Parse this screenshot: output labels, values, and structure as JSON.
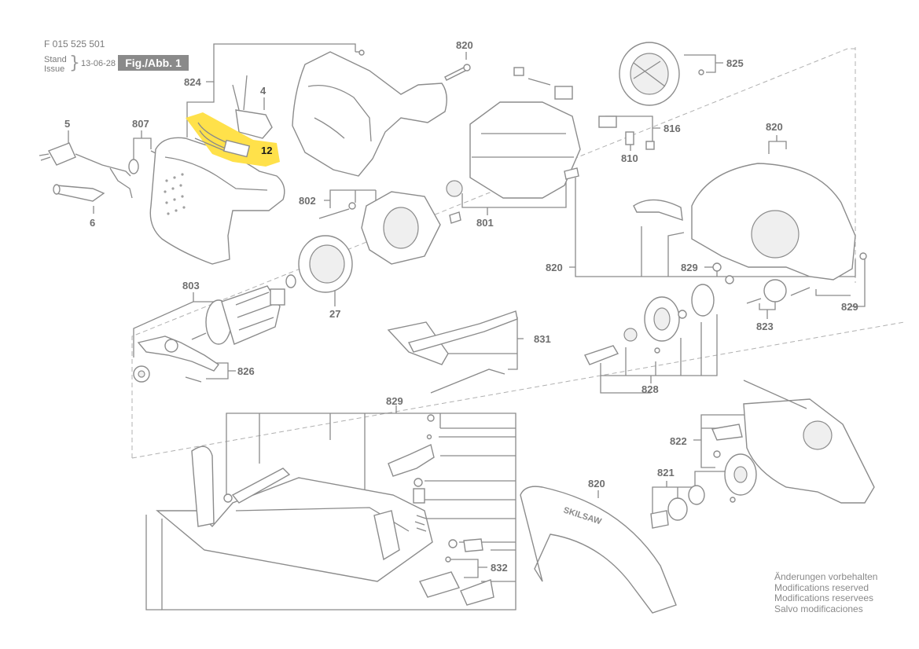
{
  "header": {
    "doc_number": "F 015 525 501",
    "stand_label": "Stand",
    "issue_label": "Issue",
    "date": "13-06-28",
    "figure_label": "Fig./Abb. 1"
  },
  "callouts": {
    "c824": "824",
    "c4": "4",
    "c12": "12",
    "c5": "5",
    "c807": "807",
    "c6": "6",
    "c820_top": "820",
    "c825": "825",
    "c816": "816",
    "c810": "810",
    "c820_right": "820",
    "c802": "802",
    "c801": "801",
    "c820_mid": "820",
    "c829_mid": "829",
    "c829_right": "829",
    "c803": "803",
    "c27": "27",
    "c826": "826",
    "c831": "831",
    "c823": "823",
    "c828": "828",
    "c829_bottom": "829",
    "c822": "822",
    "c821": "821",
    "c820_bottom": "820",
    "c832": "832"
  },
  "guard_brand": "SKILSAW",
  "highlight_color": "#ffe14a",
  "line_color": "#8a8a8a",
  "notes": [
    "Änderungen vorbehalten",
    "Modifications reserved",
    "Modifications reservees",
    "Salvo modificaciones"
  ]
}
